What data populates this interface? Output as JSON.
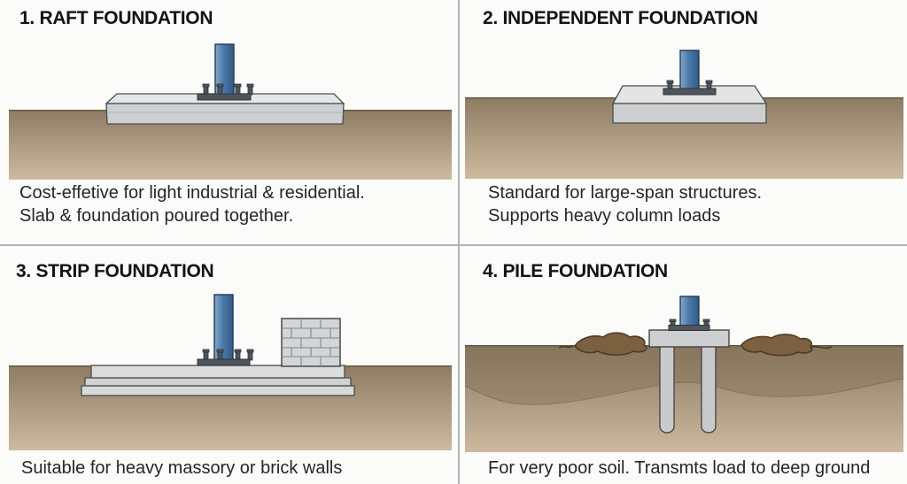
{
  "page": {
    "background": "#fbfbfa",
    "divider_color": "#b4b4b4"
  },
  "colors": {
    "soil_top": "#8d7b63",
    "soil_bottom": "#cdbaa0",
    "soil_edge": "#61503b",
    "concrete_top": "#e4e6e7",
    "concrete_front": "#cdd0d2",
    "concrete_outline": "#4c4c4c",
    "column_light": "#85a9cb",
    "column_mid": "#4b7aa9",
    "column_dark": "#2f5a87",
    "column_outline": "#223a52",
    "plate_dark": "#4e555c",
    "brick_fill": "#d3d5d7",
    "mortar_line": "#83878a",
    "debris_fill": "#7b6140",
    "debris_outline": "#4f3b22"
  },
  "panels": [
    {
      "id": "raft",
      "title": "1. RAFT FOUNDATION",
      "caption": "Cost-effetive for light industrial & residential.\nSlab & foundation poured together."
    },
    {
      "id": "independent",
      "title": "2. INDEPENDENT FOUNDATION",
      "caption": "Standard for large-span structures.\nSupports heavy column loads"
    },
    {
      "id": "strip",
      "title": "3. STRIP FOUNDATION",
      "caption": "Suitable for heavy massory or brick walls"
    },
    {
      "id": "pile",
      "title": "4. PILE FOUNDATION",
      "caption": "For very poor soil. Transmts load to deep ground"
    }
  ]
}
